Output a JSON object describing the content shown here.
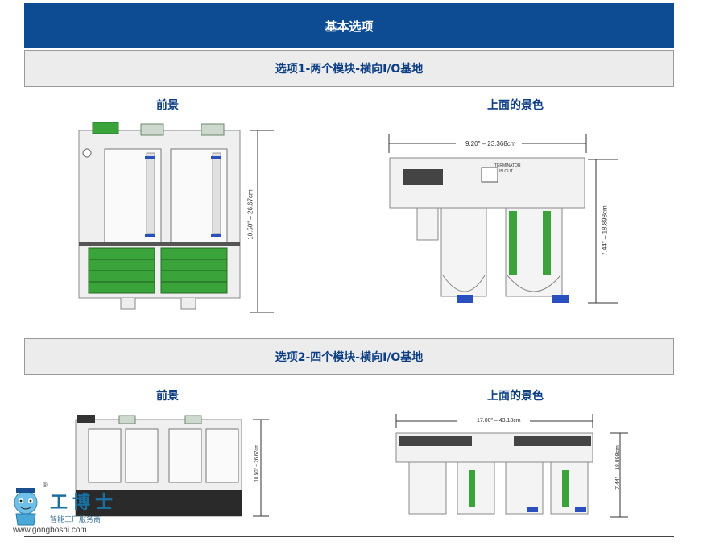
{
  "header": {
    "title": "基本选项"
  },
  "option1": {
    "title": "选项1-两个模块-横向I/O基地",
    "front_label": "前景",
    "top_label": "上面的景色",
    "front_height_dim": "10.50\" – 26.67cm",
    "top_width_dim": "9.20\" – 23.368cm",
    "top_height_dim": "7.44\" – 18.898cm",
    "terminator_label": "TERMINATOR",
    "terminator_sub": "IN OUT"
  },
  "option2": {
    "title": "选项2-四个模块-横向I/O基地",
    "front_label": "前景",
    "top_label": "上面的景色",
    "front_height_dim": "10.50\" – 26.67cm",
    "top_width_dim": "17.00\" – 43.18cm",
    "top_height_dim": "7.44\" – 18.898cm"
  },
  "watermark": {
    "brand": "工博士",
    "tagline": "智能工厂服务商",
    "url": "www.gongboshi.com",
    "registered": "®"
  },
  "colors": {
    "header_bg": "#0d4b93",
    "title_text": "#0d3f85",
    "band_bg": "#ececec",
    "terminal_green": "#3aa33a",
    "connector_blue": "#2a4fbf"
  }
}
